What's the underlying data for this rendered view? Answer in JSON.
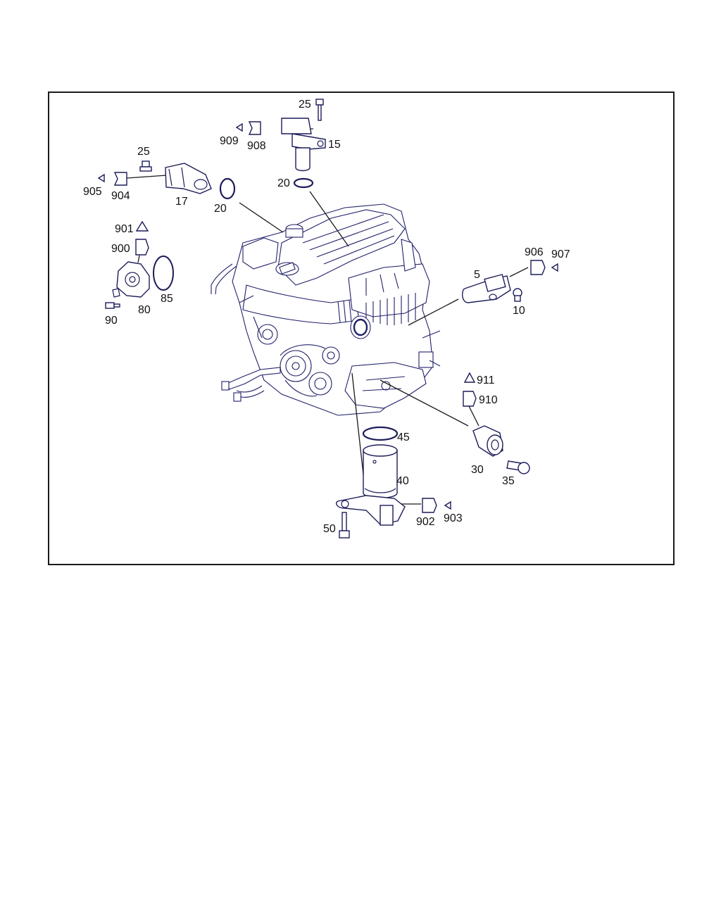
{
  "diagram": {
    "callouts": [
      {
        "id": "c25a",
        "text": "25"
      },
      {
        "id": "c909",
        "text": "909"
      },
      {
        "id": "c908",
        "text": "908"
      },
      {
        "id": "c15",
        "text": "15"
      },
      {
        "id": "c20a",
        "text": "20"
      },
      {
        "id": "c25b",
        "text": "25"
      },
      {
        "id": "c905",
        "text": "905"
      },
      {
        "id": "c904",
        "text": "904"
      },
      {
        "id": "c17",
        "text": "17"
      },
      {
        "id": "c20b",
        "text": "20"
      },
      {
        "id": "c901",
        "text": "901"
      },
      {
        "id": "c900",
        "text": "900"
      },
      {
        "id": "c80",
        "text": "80"
      },
      {
        "id": "c85",
        "text": "85"
      },
      {
        "id": "c90",
        "text": "90"
      },
      {
        "id": "c906",
        "text": "906"
      },
      {
        "id": "c907",
        "text": "907"
      },
      {
        "id": "c5",
        "text": "5"
      },
      {
        "id": "c10",
        "text": "10"
      },
      {
        "id": "c911",
        "text": "911"
      },
      {
        "id": "c910",
        "text": "910"
      },
      {
        "id": "c30",
        "text": "30"
      },
      {
        "id": "c35",
        "text": "35"
      },
      {
        "id": "c45",
        "text": "45"
      },
      {
        "id": "c40",
        "text": "40"
      },
      {
        "id": "c50",
        "text": "50"
      },
      {
        "id": "c902",
        "text": "902"
      },
      {
        "id": "c903",
        "text": "903"
      }
    ]
  }
}
